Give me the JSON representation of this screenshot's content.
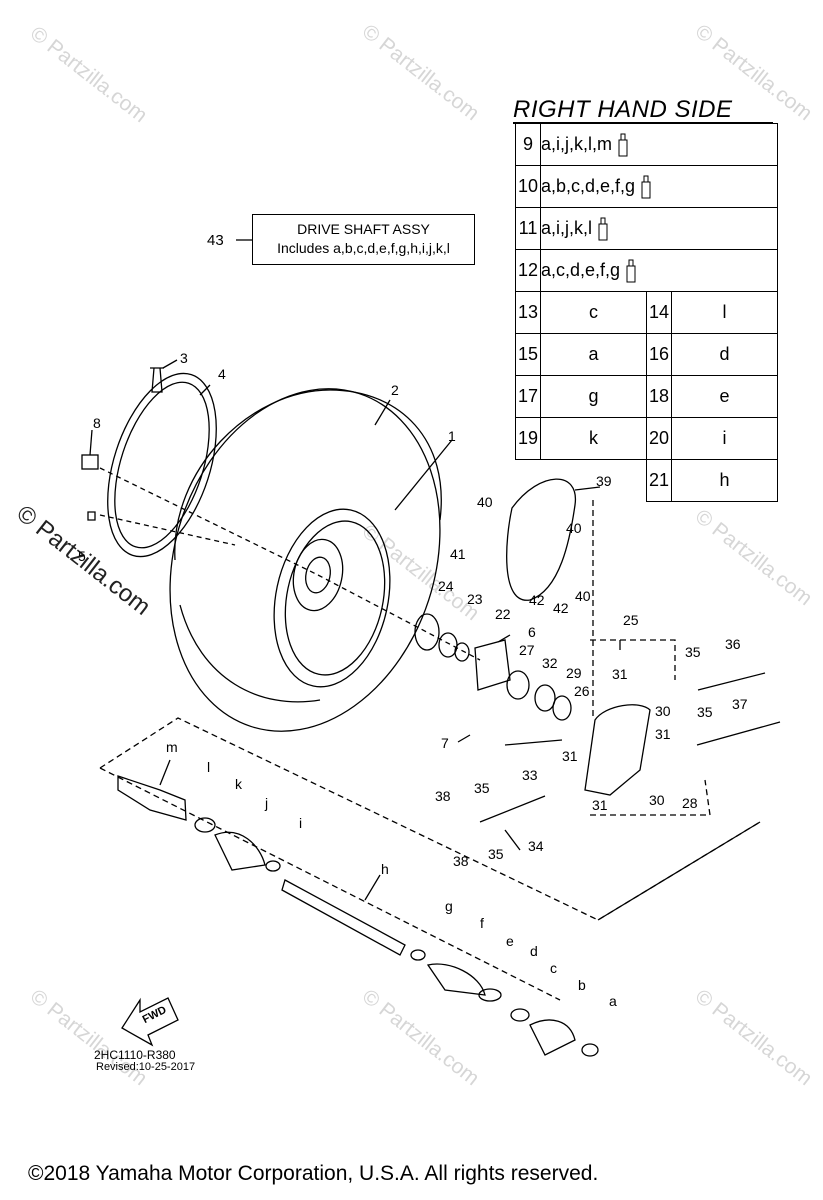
{
  "watermark": "© Partzilla.com",
  "side_watermark": "© Partzilla.com",
  "rhs": {
    "title": "RIGHT HAND SIDE",
    "rows": [
      {
        "num": "9",
        "parts": "a,i,j,k,l,m"
      },
      {
        "num": "10",
        "parts": "a,b,c,d,e,f,g"
      },
      {
        "num": "11",
        "parts": "a,i,j,k,l"
      },
      {
        "num": "12",
        "parts": "a,c,d,e,f,g"
      }
    ],
    "pairs": [
      {
        "n1": "13",
        "v1": "c",
        "n2": "14",
        "v2": "l"
      },
      {
        "n1": "15",
        "v1": "a",
        "n2": "16",
        "v2": "d"
      },
      {
        "n1": "17",
        "v1": "g",
        "n2": "18",
        "v2": "e"
      },
      {
        "n1": "19",
        "v1": "k",
        "n2": "20",
        "v2": "i"
      },
      {
        "n1": "",
        "v1": "",
        "n2": "21",
        "v2": "h"
      }
    ]
  },
  "drive_shaft": {
    "callout": "43",
    "line1": "DRIVE SHAFT ASSY",
    "line2": "Includes a,b,c,d,e,f,g,h,i,j,k,l"
  },
  "callouts": [
    "1",
    "2",
    "3",
    "4",
    "8",
    "5",
    "6",
    "7",
    "22",
    "23",
    "24",
    "25",
    "26",
    "27",
    "28",
    "29",
    "30",
    "30",
    "31",
    "31",
    "31",
    "31",
    "32",
    "33",
    "34",
    "35",
    "35",
    "35",
    "35",
    "36",
    "37",
    "38",
    "38",
    "39",
    "40",
    "40",
    "40",
    "41",
    "42",
    "42",
    "m",
    "l",
    "k",
    "j",
    "i",
    "h",
    "g",
    "f",
    "e",
    "d",
    "c",
    "b",
    "a"
  ],
  "part_code": "2HC1110-R380",
  "revised": "Revised:10-25-2017",
  "fwd_label": "FWD",
  "copyright": "©2018  Yamaha Motor Corporation, U.S.A. All rights reserved."
}
